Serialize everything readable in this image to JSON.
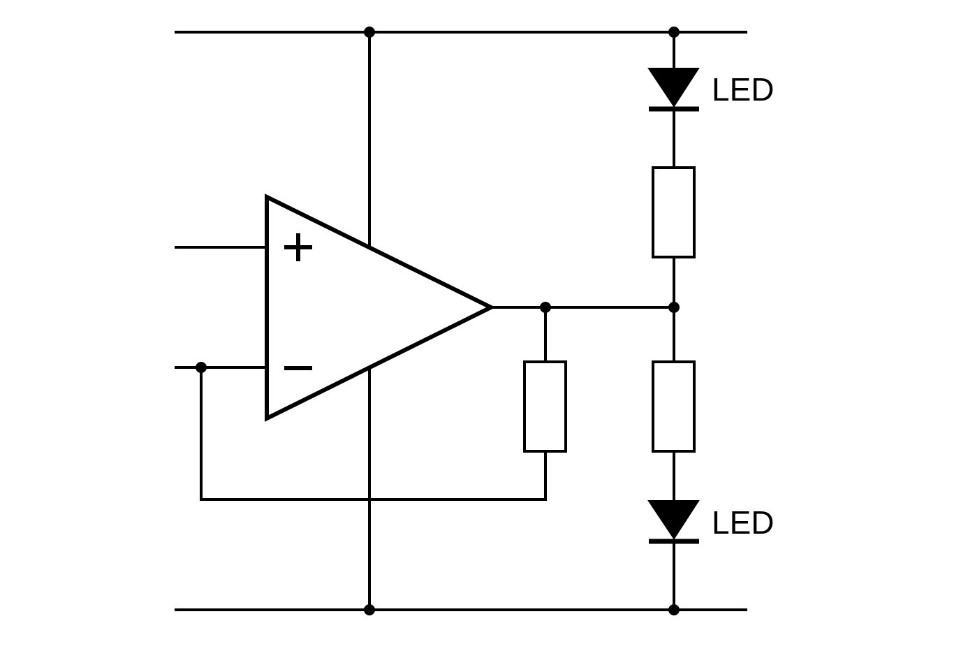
{
  "diagram": {
    "labels": {
      "led_top": "LED",
      "led_bottom": "LED"
    },
    "components": [
      {
        "type": "op-amp",
        "inputs": [
          "+",
          "−"
        ]
      },
      {
        "type": "resistor",
        "role": "feedback"
      },
      {
        "type": "resistor",
        "role": "upper-led-series"
      },
      {
        "type": "resistor",
        "role": "lower-led-series"
      },
      {
        "type": "led",
        "label": "LED",
        "position": "top"
      },
      {
        "type": "led",
        "label": "LED",
        "position": "bottom"
      }
    ]
  }
}
